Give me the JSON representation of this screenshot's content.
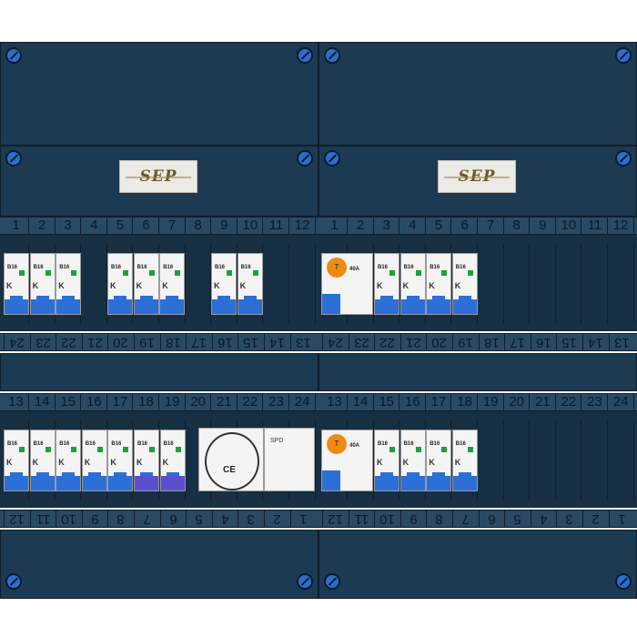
{
  "logos": [
    "SEP",
    "SEP"
  ],
  "upper_row_numbers": [
    "1",
    "2",
    "3",
    "4",
    "5",
    "6",
    "7",
    "8",
    "9",
    "10",
    "11",
    "12"
  ],
  "upper_row_bottom_numbers": [
    "24",
    "23",
    "22",
    "21",
    "20",
    "19",
    "18",
    "17",
    "16",
    "15",
    "14",
    "13"
  ],
  "lower_row_numbers": [
    "13",
    "14",
    "15",
    "16",
    "17",
    "18",
    "19",
    "20",
    "21",
    "22",
    "23",
    "24"
  ],
  "lower_row_bottom_numbers": [
    "12",
    "11",
    "10",
    "9",
    "8",
    "7",
    "6",
    "5",
    "4",
    "3",
    "2",
    "1"
  ],
  "breaker_labels": {
    "mcb": "B16",
    "rcbo": "B16",
    "rcd": "40A",
    "test": "T",
    "socket_mark": "CE",
    "surge": "SPD"
  },
  "colors": {
    "panel": "#1c3a52",
    "accent": "#2c6fd6",
    "indicator": "#1aa23a",
    "test_button": "#f08a10"
  }
}
